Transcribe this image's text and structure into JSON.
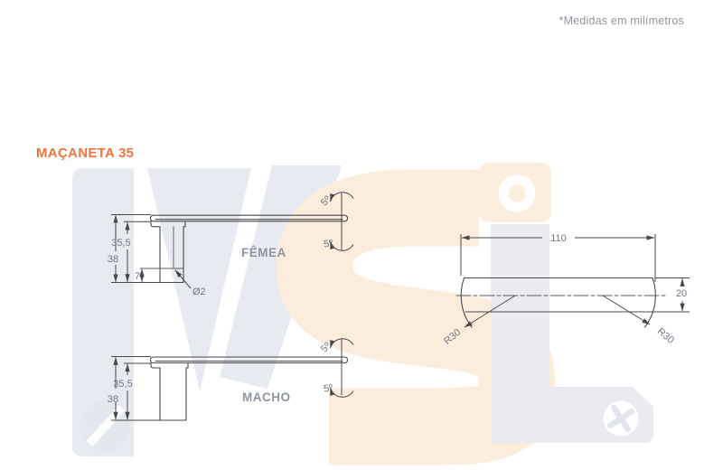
{
  "meta_note": "*Medidas em milímetros",
  "title": "MAÇANETA 35",
  "watermark": {
    "letters": "MSL"
  },
  "views": {
    "femea": {
      "label": "FÊMEA",
      "total_height": "38",
      "stem_height": "35,5",
      "hole_to_base": "7",
      "hole_diameter": "Ø2",
      "tilt_up": "5º",
      "tilt_down": "5º"
    },
    "macho": {
      "label": "MACHO",
      "total_height": "38",
      "stem_height": "35,5",
      "tilt_up": "5º",
      "tilt_down": "5º"
    },
    "top": {
      "length": "110",
      "depth": "20",
      "corner_radius_left": "R30",
      "corner_radius_right": "R30"
    }
  },
  "colors": {
    "accent": "#f2713d",
    "line": "#47484c",
    "dim_text": "#6f7884",
    "label_text": "#8d95a0",
    "watermark_gray": "#e7eaf1",
    "watermark_peach": "#fcecdb"
  }
}
